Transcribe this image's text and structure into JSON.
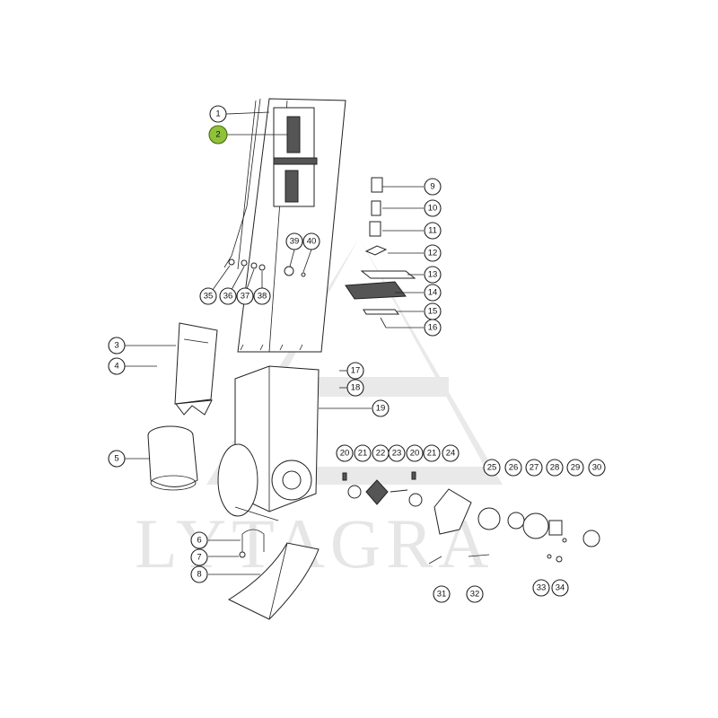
{
  "watermark": {
    "text": "LYTAGRA"
  },
  "highlight_color": "#8fc23a",
  "selected_callout": "2",
  "callouts": [
    {
      "label": "1"
    },
    {
      "label": "2"
    },
    {
      "label": "3"
    },
    {
      "label": "4"
    },
    {
      "label": "5"
    },
    {
      "label": "6"
    },
    {
      "label": "7"
    },
    {
      "label": "8"
    },
    {
      "label": "9"
    },
    {
      "label": "10"
    },
    {
      "label": "11"
    },
    {
      "label": "12"
    },
    {
      "label": "13"
    },
    {
      "label": "14"
    },
    {
      "label": "15"
    },
    {
      "label": "16"
    },
    {
      "label": "17"
    },
    {
      "label": "18"
    },
    {
      "label": "19"
    },
    {
      "label": "20"
    },
    {
      "label": "21"
    },
    {
      "label": "22"
    },
    {
      "label": "23"
    },
    {
      "label": "20"
    },
    {
      "label": "21"
    },
    {
      "label": "24"
    },
    {
      "label": "25"
    },
    {
      "label": "26"
    },
    {
      "label": "27"
    },
    {
      "label": "28"
    },
    {
      "label": "29"
    },
    {
      "label": "30"
    },
    {
      "label": "31"
    },
    {
      "label": "32"
    },
    {
      "label": "33"
    },
    {
      "label": "34"
    },
    {
      "label": "35"
    },
    {
      "label": "36"
    },
    {
      "label": "37"
    },
    {
      "label": "38"
    },
    {
      "label": "39"
    },
    {
      "label": "40"
    }
  ]
}
